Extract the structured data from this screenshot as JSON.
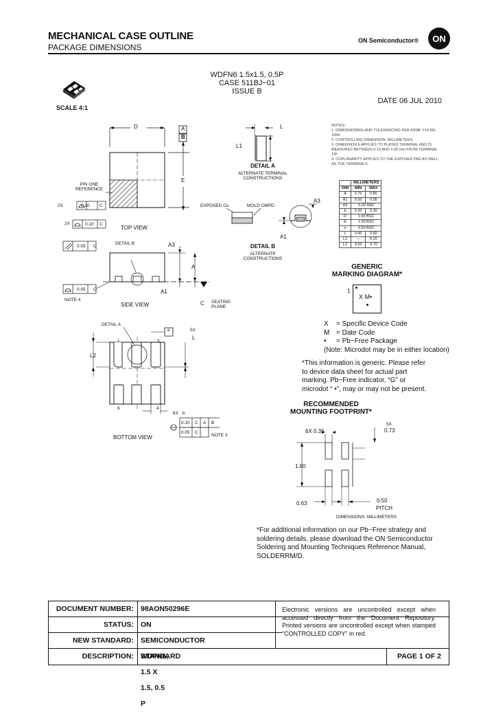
{
  "header": {
    "title": "MECHANICAL CASE OUTLINE",
    "subtitle": "PACKAGE DIMENSIONS",
    "brand": "ON Semiconductor®",
    "logo_text": "ON"
  },
  "package": {
    "name": "WDFN6 1.5x1.5, 0.5P",
    "case": "CASE 511BJ−01",
    "issue": "ISSUE B",
    "date": "DATE 06 JUL 2010",
    "scale": "SCALE 4:1"
  },
  "drawing_labels": {
    "D": "D",
    "E": "E",
    "A": "A",
    "B": "B",
    "C": "C",
    "L": "L",
    "L1": "L1",
    "L2": "L2",
    "A1": "A1",
    "A3": "A3",
    "e": "e",
    "b": "b",
    "pin_one_1": "PIN ONE",
    "pin_one_2": "REFERENCE",
    "top_view": "TOP VIEW",
    "side_view": "SIDE VIEW",
    "bottom_view": "BOTTOM VIEW",
    "detail_a": "DETAIL A",
    "detail_b": "DETAIL B",
    "alt_1": "ALTERNATE TERMINAL",
    "alt_2": "CONSTRUCTIONS",
    "alt_b1": "ALTERNATE",
    "alt_b2": "CONSTRUCTIONS",
    "exposed_cu": "EXPOSED Cu",
    "mold_cmpd": "MOLD CMPD",
    "seating_1": "SEATING",
    "seating_2": "PLANE",
    "note4": "NOTE 4",
    "note3": "NOTE 3",
    "tol_2x_010": "0.10",
    "tol_2x_010b": "0.10",
    "tol_005": "0.05",
    "tol_005b": "0.05",
    "tol_010_cab": "0.10",
    "tol_005_c": "0.05",
    "mult_2x": "2X",
    "mult_5x": "5X",
    "mult_6x": "6X",
    "pin1": "1",
    "pin3": "3",
    "pin4": "4",
    "pin6": "6"
  },
  "notes": {
    "title": "NOTES:",
    "items": [
      "1. DIMENSIONING AND TOLERANCING PER ASME Y14.5M, 1994.",
      "2. CONTROLLING DIMENSION: MILLIMETERS.",
      "3. DIMENSION b APPLIES TO PLATED TERMINAL AND IS MEASURED BETWEEN 0.15 AND 0.30 mm FROM TERMINAL TIP.",
      "4. COPLANARITY APPLIES TO THE EXPOSED PAD AS WELL AS THE TERMINALS."
    ]
  },
  "dim_table": {
    "group": "MILLIMETERS",
    "headers": [
      "DIM",
      "MIN",
      "MAX"
    ],
    "rows": [
      [
        "A",
        "0.70",
        "0.80"
      ],
      [
        "A1",
        "0.00",
        "0.05"
      ],
      [
        "A3",
        "0.20 REF",
        ""
      ],
      [
        "b",
        "0.20",
        "0.30"
      ],
      [
        "D",
        "1.50 BSC",
        ""
      ],
      [
        "E",
        "1.50 BSC",
        ""
      ],
      [
        "e",
        "0.50 BSC",
        ""
      ],
      [
        "L",
        "0.40",
        "0.60"
      ],
      [
        "L1",
        "---",
        "0.15"
      ],
      [
        "L2",
        "0.50",
        "0.70"
      ]
    ]
  },
  "marking": {
    "title_1": "GENERIC",
    "title_2": "MARKING DIAGRAM*",
    "pin": "1",
    "code": "X M•",
    "legend": [
      {
        "key": "X",
        "desc": "= Specific Device Code"
      },
      {
        "key": "M",
        "desc": "= Date Code"
      },
      {
        "key": "•",
        "desc": "= Pb−Free Package"
      }
    ],
    "microdot_note": "(Note: Microdot may be in either location)",
    "generic_note": "*This information is generic. Please refer to device data sheet for actual part marking. Pb−Free indicator, “G” or microdot “ •”, may or may not be present."
  },
  "footprint": {
    "title_1": "RECOMMENDED",
    "title_2": "MOUNTING FOOTPRINT*",
    "d_6x": "6X 0.35",
    "d_5x": "5X",
    "d_073": "0.73",
    "d_180": "1.80",
    "d_063": "0.63",
    "d_050": "0.50",
    "pitch": "PITCH",
    "units": "DIMENSIONS: MILLIMETERS"
  },
  "solder_note": "*For additional information on our Pb−Free strategy and soldering details, please download the ON Semiconductor Soldering and Mounting Techniques Reference Manual, SOLDERRM/D.",
  "doc_table": {
    "rows": [
      {
        "label": "DOCUMENT NUMBER:",
        "value": "98AON50296E"
      },
      {
        "label": "STATUS:",
        "value": "ON SEMICONDUCTOR STANDARD"
      },
      {
        "label": "NEW STANDARD:",
        "value": ""
      },
      {
        "label": "DESCRIPTION:",
        "value": "WDFN6, 1.5 X 1.5, 0.5 P"
      }
    ],
    "electronic_note": "Electronic versions are uncontrolled except when accessed directly from the Document Repository. Printed versions are uncontrolled except when stamped “CONTROLLED COPY” in red.",
    "page": "PAGE 1 OF 2"
  }
}
